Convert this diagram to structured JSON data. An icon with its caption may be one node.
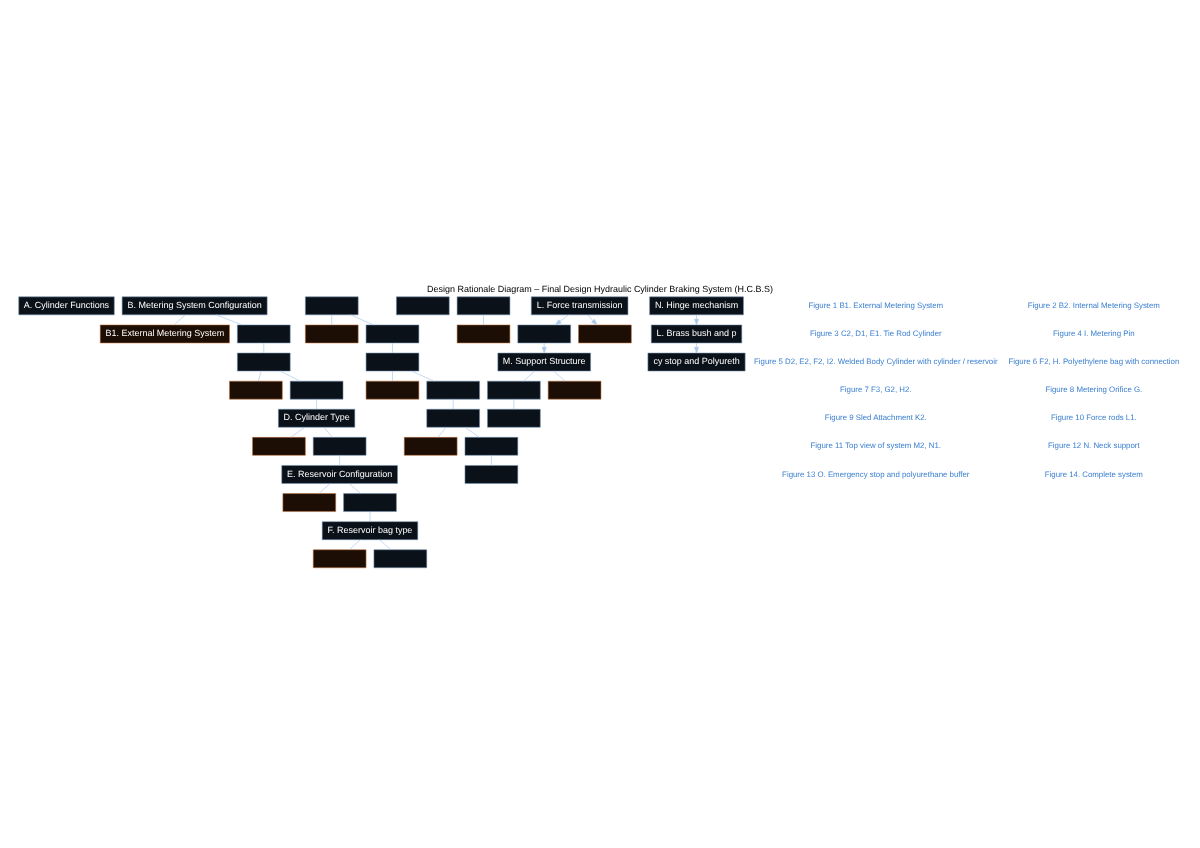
{
  "diagram": {
    "title": "Design Rationale Diagram – Final Design Hydraulic Cylinder Braking System (H.C.B.S)",
    "nodes": [
      {
        "text": [
          "A. Cylinder Functions"
        ]
      },
      {
        "text": [
          "B. Metering System Configuration"
        ]
      },
      {
        "text": [
          "B1. External Metering System"
        ]
      },
      {
        "text": [],
        "shape": "box"
      },
      {
        "text": [],
        "shape": "box"
      },
      {
        "text": [],
        "shape": "box"
      },
      {
        "text": [],
        "shape": "box"
      },
      {
        "text": [
          "D. Cylinder Type"
        ]
      },
      {
        "text": [],
        "shape": "box"
      },
      {
        "text": [],
        "shape": "box"
      },
      {
        "text": [
          "E. Reservoir Configuration"
        ]
      },
      {
        "text": [],
        "shape": "box"
      },
      {
        "text": [],
        "shape": "box"
      },
      {
        "text": [
          "F. Reservoir bag type"
        ]
      },
      {
        "text": [],
        "shape": "box"
      },
      {
        "text": [],
        "shape": "box"
      },
      {
        "text": [],
        "shape": "box"
      },
      {
        "text": [],
        "shape": "box"
      },
      {
        "text": [],
        "shape": "box"
      },
      {
        "text": [],
        "shape": "box"
      },
      {
        "text": [],
        "shape": "box"
      },
      {
        "text": [],
        "shape": "box"
      },
      {
        "text": [],
        "shape": "box"
      },
      {
        "text": [],
        "shape": "box"
      },
      {
        "text": [],
        "shape": "box"
      },
      {
        "text": [],
        "shape": "box"
      },
      {
        "text": [],
        "shape": "box"
      },
      {
        "text": [],
        "shape": "box"
      },
      {
        "text": [],
        "shape": "box"
      },
      {
        "text": [
          "L. Force transmission"
        ]
      },
      {
        "text": [],
        "shape": "box"
      },
      {
        "text": [],
        "shape": "box"
      },
      {
        "text": [
          "M. Support Structure"
        ]
      },
      {
        "text": [],
        "shape": "box"
      },
      {
        "text": [],
        "shape": "box"
      },
      {
        "text": [],
        "shape": "box"
      },
      {
        "text": [
          "N. Hinge mechanism"
        ]
      },
      {
        "text": [
          "L. Brass bush and p"
        ]
      },
      {
        "text": [
          "cy stop and Polyureth"
        ]
      }
    ],
    "edges": [
      {
        "from": 1,
        "to": 2,
        "arrow": "none"
      },
      {
        "from": 1,
        "to": 3,
        "arrow": "none"
      },
      {
        "from": 3,
        "to": 4,
        "arrow": "none"
      },
      {
        "from": 4,
        "to": 5,
        "arrow": "none"
      },
      {
        "from": 4,
        "to": 6,
        "arrow": "none"
      },
      {
        "from": 6,
        "to": 7,
        "arrow": "none"
      },
      {
        "from": 7,
        "to": 8,
        "arrow": "none"
      },
      {
        "from": 7,
        "to": 9,
        "arrow": "none"
      },
      {
        "from": 9,
        "to": 10,
        "arrow": "none"
      },
      {
        "from": 10,
        "to": 11,
        "arrow": "none"
      },
      {
        "from": 10,
        "to": 12,
        "arrow": "none"
      },
      {
        "from": 12,
        "to": 13,
        "arrow": "none"
      },
      {
        "from": 13,
        "to": 14,
        "arrow": "none"
      },
      {
        "from": 13,
        "to": 15,
        "arrow": "none"
      },
      {
        "from": 16,
        "to": 17,
        "arrow": "none"
      },
      {
        "from": 16,
        "to": 18,
        "arrow": "none"
      },
      {
        "from": 18,
        "to": 19,
        "arrow": "none"
      },
      {
        "from": 19,
        "to": 20,
        "arrow": "none"
      },
      {
        "from": 19,
        "to": 21,
        "arrow": "none"
      },
      {
        "from": 21,
        "to": 22,
        "arrow": "none"
      },
      {
        "from": 22,
        "to": 23,
        "arrow": "none"
      },
      {
        "from": 22,
        "to": 24,
        "arrow": "none"
      },
      {
        "from": 24,
        "to": 25,
        "arrow": "none"
      },
      {
        "from": 28,
        "to": 27,
        "arrow": "none"
      },
      {
        "from": 29,
        "to": 30,
        "arrow": "to"
      },
      {
        "from": 29,
        "to": 31,
        "arrow": "to"
      },
      {
        "from": 30,
        "to": 32,
        "arrow": "to"
      },
      {
        "from": 32,
        "to": 33,
        "arrow": "none"
      },
      {
        "from": 32,
        "to": 34,
        "arrow": "none"
      },
      {
        "from": 33,
        "to": 35,
        "arrow": "none"
      },
      {
        "from": 36,
        "to": 37,
        "arrow": "to"
      },
      {
        "from": 37,
        "to": 38,
        "arrow": "to"
      }
    ],
    "labels": [
      "Figure 1 B1. External Metering System",
      "Figure 2 B2. Internal Metering System",
      "Figure 3 C2, D1, E1. Tie Rod Cylinder",
      "Figure 4 I. Metering Pin",
      "Figure 5 D2, E2, F2, I2. Welded Body Cylinder with cylinder / reservoir",
      "Figure 6 F2, H. Polyethylene bag with connection",
      "Figure 7 F3, G2, H2.",
      "Figure 8 Metering Orifice G.",
      "Figure 9 Sled Attachment K2.",
      "Figure 10 Force rods L1.",
      "Figure 11 Top view of system M2, N1.",
      "Figure 12 N. Neck support",
      "Figure 13 O. Emergency stop and polyurethane buffer",
      "Figure 14. Complete system"
    ]
  }
}
